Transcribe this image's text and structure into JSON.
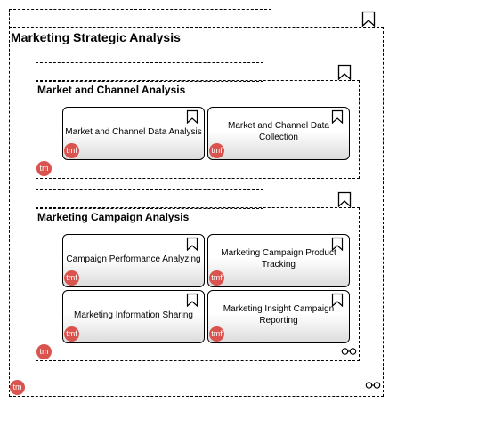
{
  "strategic_group": {
    "title": "Marketing Strategic Analysis",
    "badge": "tm",
    "icons": [
      "bookmark-icon",
      "link-icon"
    ]
  },
  "groups": [
    {
      "title": "Market and Channel Analysis",
      "badge": "tm",
      "cards": [
        {
          "label": "Market and Channel Data Analysis",
          "badge": "tmf"
        },
        {
          "label": "Market and Channel Data Collection",
          "badge": "tmf"
        }
      ]
    },
    {
      "title": "Marketing Campaign Analysis",
      "badge": "tm",
      "cards": [
        {
          "label": "Campaign Performance Analyzing",
          "badge": "tmf"
        },
        {
          "label": "Marketing Campaign Product Tracking",
          "badge": "tmf"
        },
        {
          "label": "Marketing Information Sharing",
          "badge": "tmf"
        },
        {
          "label": "Marketing Insight Campaign Reporting",
          "badge": "tmf"
        }
      ]
    }
  ],
  "colors": {
    "badge": "#d9534f",
    "card_gradient_end": "#dcdcdc",
    "border": "#000000"
  }
}
